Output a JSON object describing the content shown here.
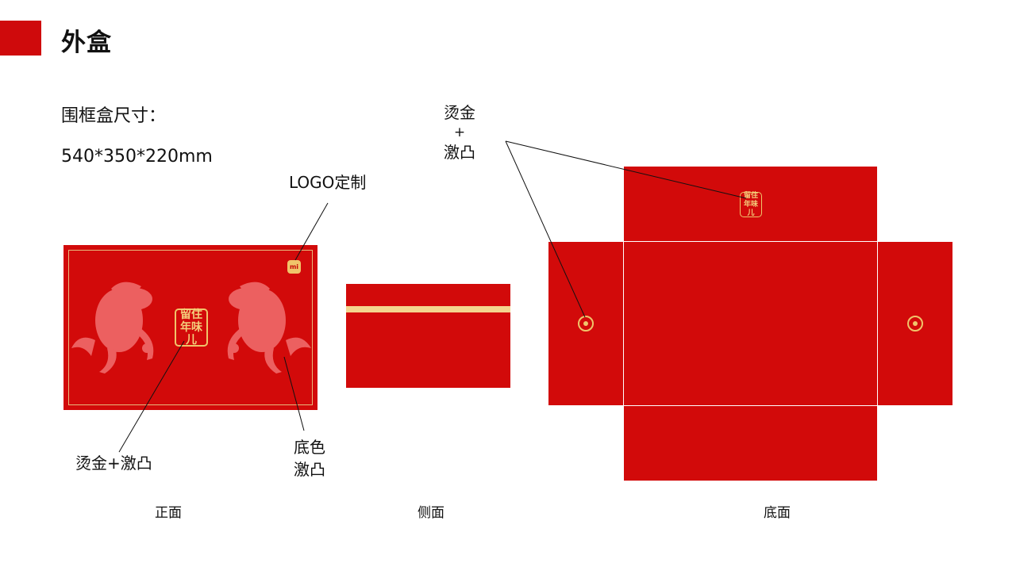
{
  "page": {
    "title": "外盒",
    "spec_label": "围框盒尺寸：",
    "spec_value": "540*350*220mm"
  },
  "colors": {
    "accent": "#cf0a0c",
    "box_red": "#d20a0a",
    "gold": "#f0c46a"
  },
  "callouts": {
    "logo": "LOGO定制",
    "foil_front": "烫金+激凸",
    "base_emboss_line1": "底色",
    "base_emboss_line2": "激凸",
    "foil_top_line1": "烫金",
    "foil_top_line2": "+",
    "foil_top_line3": "激凸"
  },
  "front": {
    "logo_badge": "mi",
    "seal_chars": [
      "留",
      "住",
      "年",
      "味",
      "儿"
    ],
    "dragon_icons": [
      "dragon-left-icon",
      "dragon-right-icon"
    ]
  },
  "views": {
    "front": "正面",
    "side": "侧面",
    "bottom": "底面"
  }
}
